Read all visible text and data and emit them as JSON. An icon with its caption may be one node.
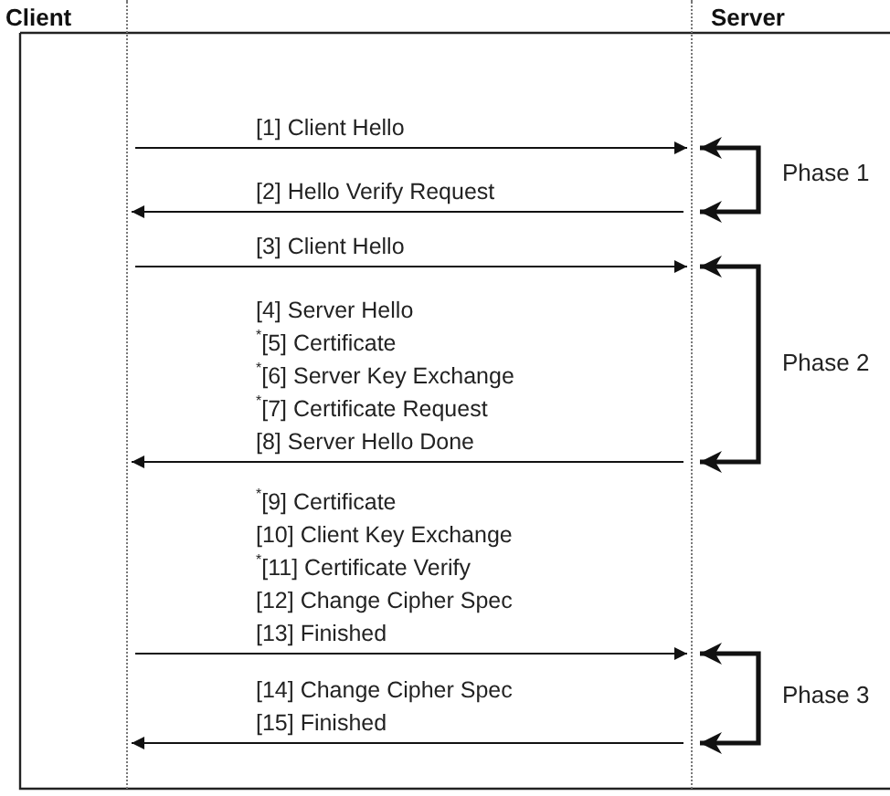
{
  "diagram": {
    "nodes": [
      {
        "text": [
          "Client"
        ]
      },
      {
        "text": [
          "Server"
        ]
      },
      {
        "text": [
          "Phase 1"
        ]
      },
      {
        "text": [
          "Phase 2"
        ]
      },
      {
        "text": [
          "Phase 3"
        ]
      }
    ],
    "edges": [
      {
        "from": 0,
        "to": 1,
        "arrow": "to",
        "label": "[1] Client Hello"
      },
      {
        "from": 1,
        "to": 0,
        "arrow": "to",
        "label": "[2] Hello Verify Request"
      },
      {
        "from": 0,
        "to": 1,
        "arrow": "to",
        "label": "[3] Client Hello"
      },
      {
        "from": 1,
        "to": 0,
        "arrow": "to",
        "label": "[4] Server Hello $^{*}$[5] Certificate $^{*}$[6] Server Key Exchange $^{*}$[7] Certificate Request [8] Server Hello Done"
      },
      {
        "from": 0,
        "to": 1,
        "arrow": "to",
        "label": "$^{*}$[9] Certificate [10] Client Key Exchange $^{*}$[11] Certificate Verify [12] Change Cipher Spec [13] Finished"
      },
      {
        "from": 1,
        "to": 0,
        "arrow": "to",
        "label": "[14] Change Cipher Spec [15] Finished"
      },
      {
        "from": 2,
        "to": 1,
        "arrow": "to",
        "style": "thick"
      },
      {
        "from": 2,
        "to": 1,
        "arrow": "to",
        "style": "thick"
      },
      {
        "from": 3,
        "to": 1,
        "arrow": "to",
        "style": "thick"
      },
      {
        "from": 3,
        "to": 1,
        "arrow": "to",
        "style": "thick"
      },
      {
        "from": 4,
        "to": 1,
        "arrow": "to",
        "style": "thick"
      },
      {
        "from": 4,
        "to": 1,
        "arrow": "to",
        "style": "thick"
      }
    ]
  }
}
